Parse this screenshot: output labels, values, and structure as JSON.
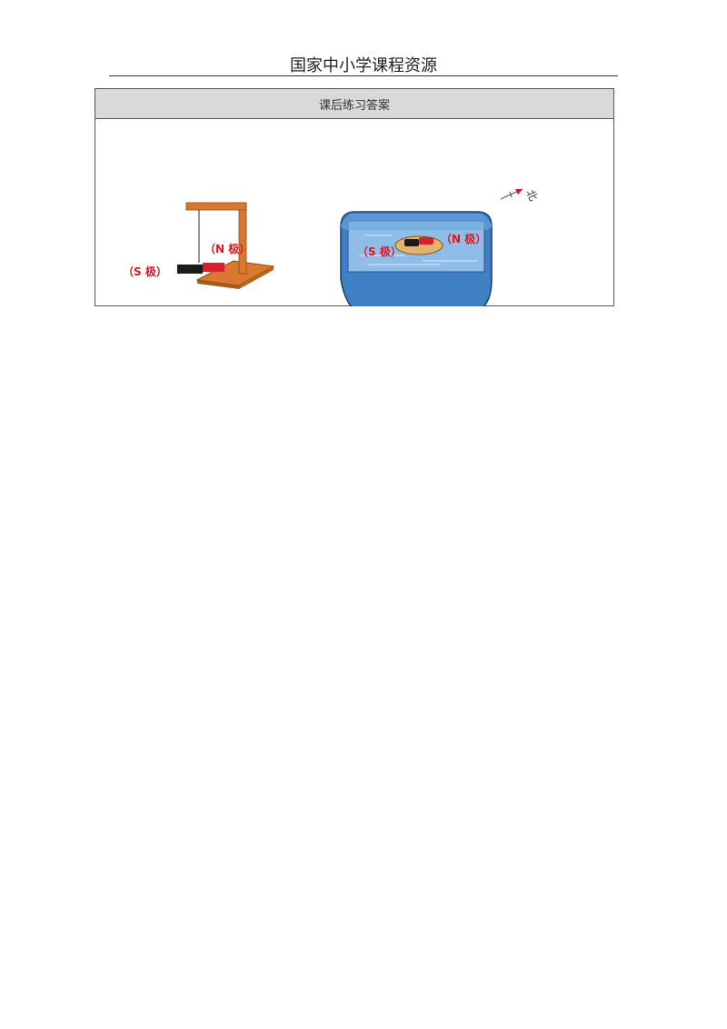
{
  "header": {
    "title": "国家中小学课程资源"
  },
  "table": {
    "heading": "课后练习答案"
  },
  "figures": {
    "hanging_magnet": {
      "label_n": "（N 极）",
      "label_s": "（S 极）"
    },
    "floating_magnet": {
      "label_n": "（N 极）",
      "label_s": "（S 极）",
      "north_label": "北"
    }
  },
  "colors": {
    "pole_label": "#e0141e",
    "magnet_red": "#d9202a",
    "magnet_black": "#1a1a1a",
    "wood": "#d9782e",
    "water_blue": "#3f7fc4"
  }
}
